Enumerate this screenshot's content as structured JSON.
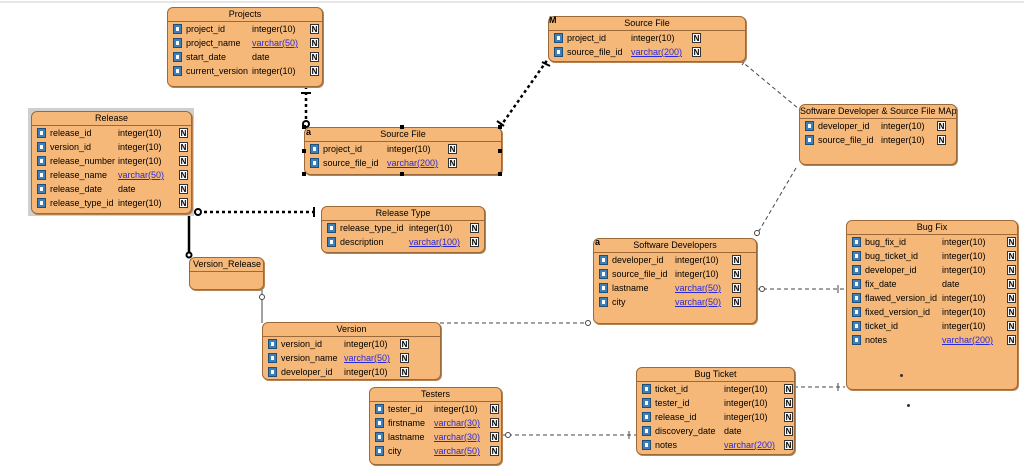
{
  "diagram": {
    "entities": {
      "projects": {
        "title": "Projects",
        "rows": [
          {
            "name": "project_id",
            "type": "integer(10)",
            "null": "N"
          },
          {
            "name": "project_name",
            "type": "varchar(50)",
            "null": "N"
          },
          {
            "name": "start_date",
            "type": "date",
            "null": "N"
          },
          {
            "name": "current_version",
            "type": "integer(10)",
            "null": "N"
          }
        ]
      },
      "source_file_top": {
        "title": "Source File",
        "marker": "M",
        "rows": [
          {
            "name": "project_id",
            "type": "integer(10)",
            "null": "N"
          },
          {
            "name": "source_file_id",
            "type": "varchar(200)",
            "null": "N"
          }
        ]
      },
      "source_file_mid": {
        "title": "Source File",
        "marker": "a",
        "rows": [
          {
            "name": "project_id",
            "type": "integer(10)",
            "null": "N"
          },
          {
            "name": "source_file_id",
            "type": "varchar(200)",
            "null": "N"
          }
        ]
      },
      "release": {
        "title": "Release",
        "rows": [
          {
            "name": "release_id",
            "type": "integer(10)",
            "null": "N"
          },
          {
            "name": "version_id",
            "type": "integer(10)",
            "null": "N"
          },
          {
            "name": "release_number",
            "type": "integer(10)",
            "null": "N"
          },
          {
            "name": "release_name",
            "type": "varchar(50)",
            "null": "N"
          },
          {
            "name": "release_date",
            "type": "date",
            "null": "N"
          },
          {
            "name": "release_type_id",
            "type": "integer(10)",
            "null": "N"
          }
        ]
      },
      "release_type": {
        "title": "Release Type",
        "rows": [
          {
            "name": "release_type_id",
            "type": "integer(10)",
            "null": "N"
          },
          {
            "name": "description",
            "type": "varchar(100)",
            "null": "N"
          }
        ]
      },
      "version_release": {
        "title": "Version_Release",
        "rows": []
      },
      "version": {
        "title": "Version",
        "rows": [
          {
            "name": "version_id",
            "type": "integer(10)",
            "null": "N"
          },
          {
            "name": "version_name",
            "type": "varchar(50)",
            "null": "N"
          },
          {
            "name": "developer_id",
            "type": "integer(10)",
            "null": "N"
          }
        ]
      },
      "software_developers": {
        "title": "Software Developers",
        "marker": "a",
        "rows": [
          {
            "name": "developer_id",
            "type": "integer(10)",
            "null": "N"
          },
          {
            "name": "source_file_id",
            "type": "integer(10)",
            "null": "N"
          },
          {
            "name": "lastname",
            "type": "varchar(50)",
            "null": "N"
          },
          {
            "name": "city",
            "type": "varchar(50)",
            "null": "N"
          }
        ]
      },
      "dev_source_map": {
        "title": "Software Developer & Source File MAp",
        "rows": [
          {
            "name": "developer_id",
            "type": "integer(10)",
            "null": "N"
          },
          {
            "name": "source_file_id",
            "type": "integer(10)",
            "null": "N"
          }
        ]
      },
      "bug_fix": {
        "title": "Bug Fix",
        "rows": [
          {
            "name": "bug_fix_id",
            "type": "integer(10)",
            "null": "N"
          },
          {
            "name": "bug_ticket_id",
            "type": "integer(10)",
            "null": "N"
          },
          {
            "name": "developer_id",
            "type": "integer(10)",
            "null": "N"
          },
          {
            "name": "fix_date",
            "type": "date",
            "null": "N"
          },
          {
            "name": "flawed_version_id",
            "type": "integer(10)",
            "null": "N"
          },
          {
            "name": "fixed_version_id",
            "type": "integer(10)",
            "null": "N"
          },
          {
            "name": "ticket_id",
            "type": "integer(10)",
            "null": "N"
          },
          {
            "name": "notes",
            "type": "varchar(200)",
            "null": "N"
          }
        ]
      },
      "bug_ticket": {
        "title": "Bug Ticket",
        "rows": [
          {
            "name": "ticket_id",
            "type": "integer(10)",
            "null": "N"
          },
          {
            "name": "tester_id",
            "type": "integer(10)",
            "null": "N"
          },
          {
            "name": "release_id",
            "type": "integer(10)",
            "null": "N"
          },
          {
            "name": "discovery_date",
            "type": "date",
            "null": "N"
          },
          {
            "name": "notes",
            "type": "varchar(200)",
            "null": "N"
          }
        ]
      },
      "testers": {
        "title": "Testers",
        "rows": [
          {
            "name": "tester_id",
            "type": "integer(10)",
            "null": "N"
          },
          {
            "name": "firstname",
            "type": "varchar(30)",
            "null": "N"
          },
          {
            "name": "lastname",
            "type": "varchar(30)",
            "null": "N"
          },
          {
            "name": "city",
            "type": "varchar(50)",
            "null": "N"
          }
        ]
      }
    }
  }
}
